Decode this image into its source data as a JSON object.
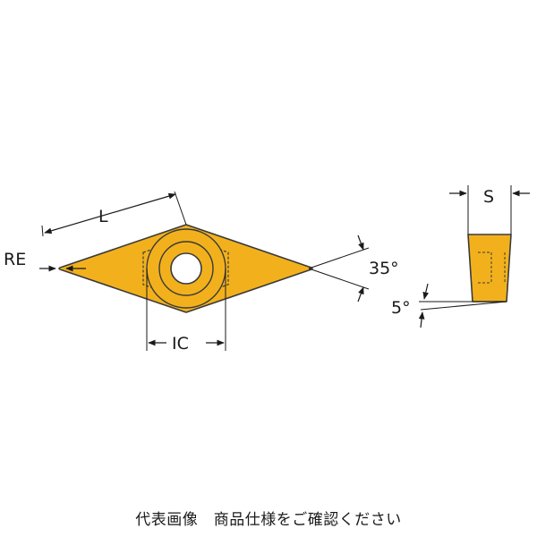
{
  "labels": {
    "L": "L",
    "RE": "RE",
    "IC": "IC",
    "S": "S",
    "angle_35": "35°",
    "angle_5": "5°"
  },
  "caption": "代表画像　商品仕様をご確認ください",
  "colors": {
    "insert_fill": "#f2b11c",
    "outline": "#3a3a3a",
    "line": "#1a1a1a",
    "hole": "#ffffff"
  }
}
